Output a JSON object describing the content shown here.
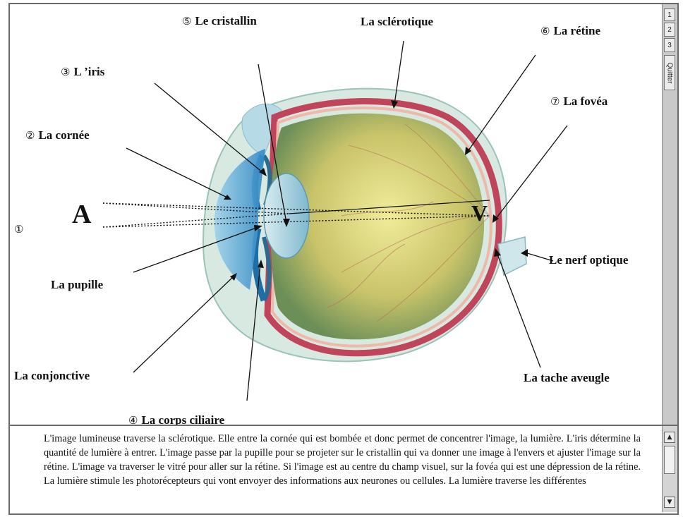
{
  "diagram": {
    "labels": {
      "one": "①",
      "cornea_num": "②",
      "cornea": "La cornée",
      "iris_num": "③",
      "iris": "L ’iris",
      "ciliary_num": "④",
      "ciliary": "La corps ciliaire",
      "lens_num": "⑤",
      "lens": "Le cristallin",
      "retina_num": "⑥",
      "retina": "La rétine",
      "fovea_num": "⑦",
      "fovea": "La fovéa",
      "sclera": "La sclérotique",
      "pupil": "La pupille",
      "conjunctiva": "La conjonctive",
      "optic_nerve": "Le nerf optique",
      "blind_spot": "La tache aveugle",
      "point_a": "A",
      "point_v": "V"
    }
  },
  "side_tabs": {
    "tab1": "1",
    "tab2": "2",
    "tab3": "3",
    "quit": "Quitter"
  },
  "text_panel": {
    "body": "L'image lumineuse traverse la sclérotique. Elle entre la cornée qui est bombée et donc permet de concentrer l'image, la lumière. L'iris détermine la quantité de lumière à entrer. L'image passe par la pupille pour se projeter sur le cristallin qui va donner une image à l'envers et ajuster l'image sur la rétine. L'image va traverser le vitré pour aller sur la rétine. Si l'image est au centre du champ visuel, sur la fovéa qui est une dépression de la rétine. La lumière stimule les photorécepteurs qui vont envoyer des informations aux neurones ou cellules. La lumière traverse les différentes"
  },
  "icons": {
    "scroll_up": "scroll-up-arrow-icon",
    "scroll_down": "scroll-down-arrow-icon"
  },
  "colors": {
    "sclera_outer": "#cfe3dc",
    "choroid": "#c0455a",
    "vitreous": "#c8c36a",
    "cornea": "#2f8fc9",
    "iris": "#1e6fa8"
  }
}
